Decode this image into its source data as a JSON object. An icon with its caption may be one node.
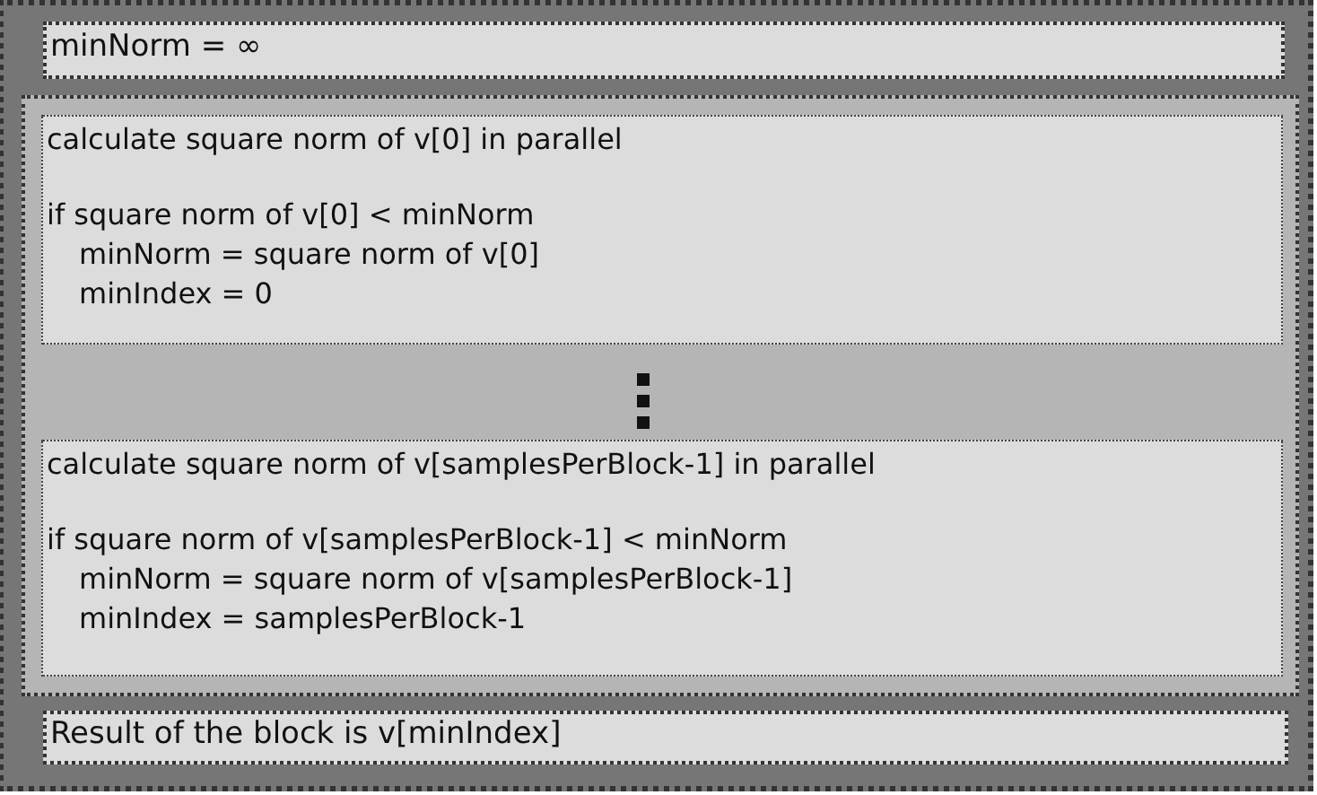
{
  "diagram": {
    "nodes": [
      {
        "text": [],
        "shape": "box"
      },
      {
        "text": [
          "minNorm = ∞"
        ],
        "in": 0
      },
      {
        "text": [],
        "shape": "box",
        "in": 0
      },
      {
        "text": [
          "calculate square norm of v[0] in parallel",
          "if square norm of v[0] < minNorm",
          "minNorm = square norm of v[0]",
          "minIndex = 0"
        ],
        "in": 2
      },
      {
        "text": [
          "calculate square norm of v[samplesPerBlock-1] in parallel",
          "if square norm of v[samplesPerBlock-1] < minNorm",
          "minNorm = square norm of v[samplesPerBlock-1]",
          "minIndex = samplesPerBlock-1"
        ],
        "in": 2
      },
      {
        "text": [
          "Result of the block is v[minIndex]"
        ],
        "in": 0
      }
    ]
  }
}
